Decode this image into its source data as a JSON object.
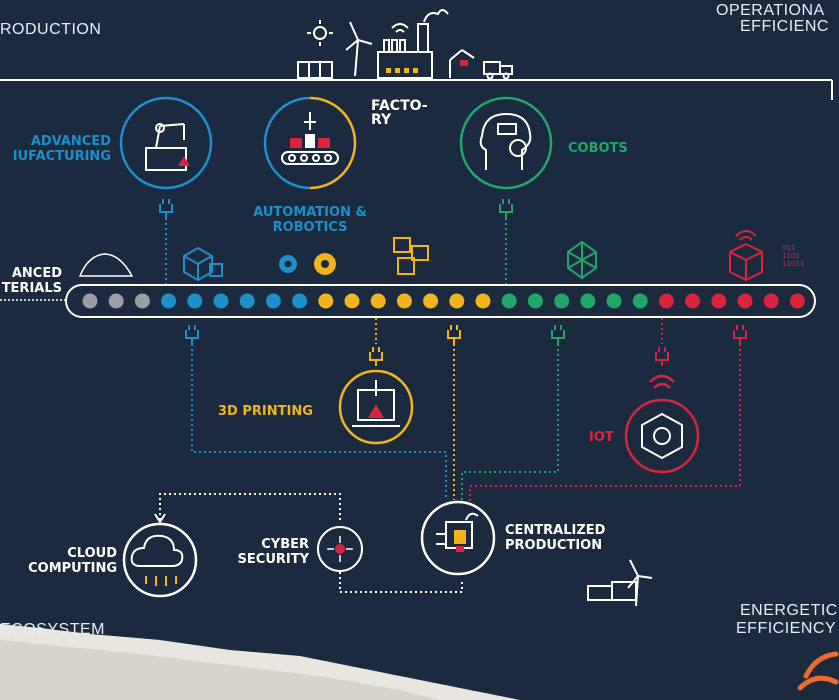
{
  "corners": {
    "top_left": "RODUCTION",
    "top_right_1": "OPERATIONA",
    "top_right_2": "EFFICIENC",
    "bottom_left": "ECOSYSTEM",
    "bottom_right_1": "ENERGETIC",
    "bottom_right_2": "EFFICIENCY"
  },
  "factory_label": "FACTO-\nRY",
  "nodes": {
    "advanced_manufacturing": "ADVANCED\nIUFACTURING",
    "automation_robotics": "AUTOMATION &\nROBOTICS",
    "cobots": "COBOTS",
    "advanced_materials": "ANCED\nTERIALS",
    "printing_3d": "3D PRINTING",
    "iot": "IOT",
    "cloud_computing": "CLOUD\nCOMPUTING",
    "cyber_security": "CYBER\nSECURITY",
    "centralized_production": "CENTRALIZED\nPRODUCTION"
  },
  "binary_text": "011\n1101\n11011",
  "colors": {
    "background": "#1b2a3f",
    "blue": "#1d8fc9",
    "yellow": "#f0b41c",
    "green": "#21a66a",
    "red": "#d9233f",
    "grey": "#9a9fa6",
    "white": "#ffffff"
  },
  "dot_colors": [
    "grey",
    "grey",
    "grey",
    "blue",
    "blue",
    "blue",
    "blue",
    "blue",
    "blue",
    "yellow",
    "yellow",
    "yellow",
    "yellow",
    "yellow",
    "yellow",
    "yellow",
    "green",
    "green",
    "green",
    "green",
    "green",
    "green",
    "red",
    "red",
    "red",
    "red",
    "red",
    "red"
  ]
}
